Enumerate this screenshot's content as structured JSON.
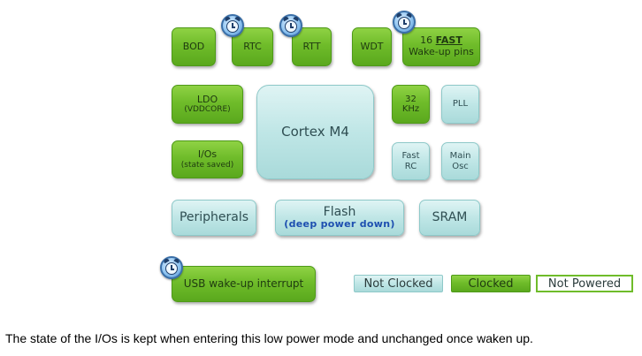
{
  "blocks": {
    "bod": "BOD",
    "rtc": "RTC",
    "rtt": "RTT",
    "wdt": "WDT",
    "wakeup_pins": {
      "prefix": "16 ",
      "emphasis": "FAST",
      "line2": "Wake-up pins"
    },
    "ldo": {
      "line1": "LDO",
      "line2": "(VDDCORE)"
    },
    "cortex": "Cortex M4",
    "khz32": {
      "line1": "32",
      "line2": "KHz"
    },
    "pll": "PLL",
    "ios": {
      "line1": "I/Os",
      "line2": "(state saved)"
    },
    "fast_rc": {
      "line1": "Fast",
      "line2": "RC"
    },
    "main_osc": {
      "line1": "Main",
      "line2": "Osc"
    },
    "peripherals": "Peripherals",
    "flash": {
      "line1": "Flash",
      "line2": "(deep power down)"
    },
    "sram": "SRAM",
    "usb": "USB wake-up interrupt"
  },
  "legend": {
    "not_clocked": "Not Clocked",
    "clocked": "Clocked",
    "not_powered": "Not Powered"
  },
  "caption": "The state of the I/Os is kept when entering this low power mode and unchanged once waken up.",
  "colors": {
    "green": "#6fbc2a",
    "cyan": "#bfe6e6",
    "flash_text": "#1d4fb0"
  },
  "icons": {
    "wakeup_source": "alarm-clock-icon"
  }
}
